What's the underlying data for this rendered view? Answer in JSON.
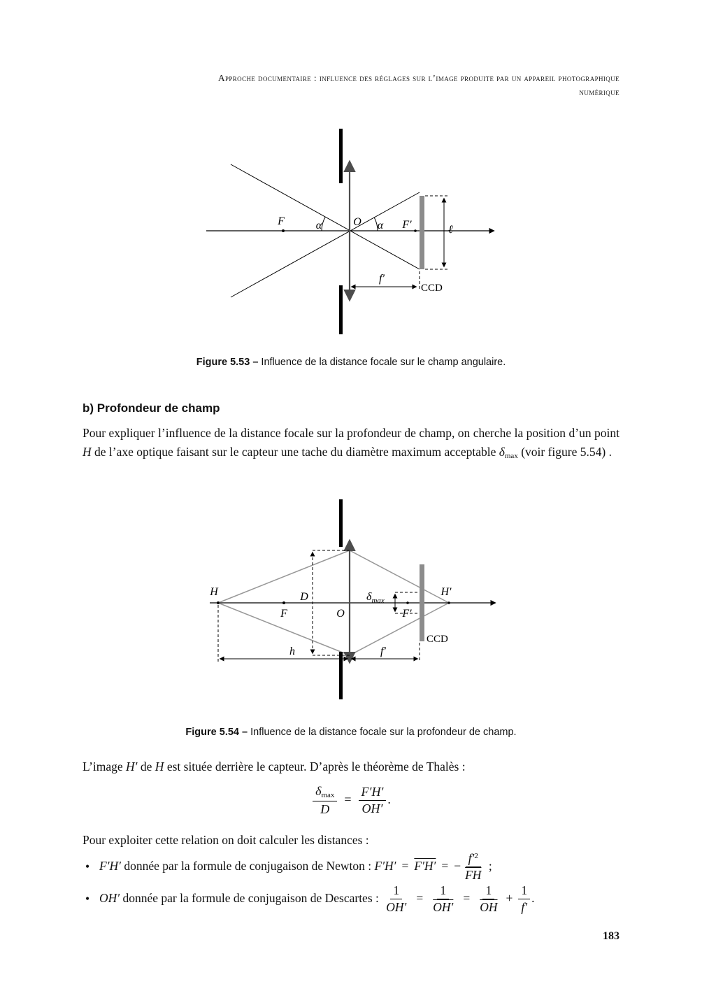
{
  "header": {
    "line1": "Approche documentaire : influence des réglages sur l’image produite par un appareil photographique",
    "line2": "numérique"
  },
  "colors": {
    "ccd": "#8c8c8c",
    "ray": "#989898",
    "lens": "#4d4d4d"
  },
  "fig53": {
    "labels": {
      "F": "F",
      "O": "O",
      "alpha_left": "α",
      "alpha_right": "α",
      "F_prime": "F′",
      "ell": "ℓ",
      "f_prime": "f′",
      "ccd": "CCD"
    },
    "caption_label": "Figure 5.53 –",
    "caption_text": "Influence de la distance focale sur le champ angulaire."
  },
  "section": {
    "heading": "b) Profondeur de champ"
  },
  "para1": {
    "t1": "Pour expliquer l’influence de la distance focale sur la profondeur de champ, on cherche la position d’un point ",
    "H": "H",
    "t2": " de l’axe optique faisant sur le capteur une tache du diamètre maximum acceptable ",
    "delta": "δ",
    "max": "max",
    "t3": " (voir figure 5.54) ."
  },
  "fig54": {
    "labels": {
      "H": "H",
      "D": "D",
      "F": "F",
      "O": "O",
      "delta": "δ",
      "max": "max",
      "F_prime": "F′",
      "H_prime": "H′",
      "h": "h",
      "f_prime": "f′",
      "ccd": "CCD"
    },
    "caption_label": "Figure 5.54 –",
    "caption_text": "Influence de la distance focale sur la profondeur de champ."
  },
  "para2": {
    "t1": "L’image ",
    "Hp": "H′",
    "t2": " de ",
    "H": "H",
    "t3": " est située derrière le capteur. D’après le théorème de Thalès :"
  },
  "formula": {
    "delta": "δ",
    "max": "max",
    "D": "D",
    "eq": "=",
    "num2": "F′H′",
    "den2": "OH′",
    "period": "."
  },
  "para3": {
    "text": "Pour exploiter cette relation on doit calculer les distances :"
  },
  "bullets": {
    "marker": "•"
  },
  "bullet1": {
    "lead": "F′H′",
    "t1": " donnée par la formule de conjugaison de Newton : ",
    "e1": "F′H′",
    "eq1": "=",
    "e2": "F′H′",
    "eq2": "=",
    "minus": "−",
    "num": "f′",
    "sup": "2",
    "den": "FH",
    "end": " ;"
  },
  "bullet2": {
    "lead": "OH′",
    "t1": " donnée par la formule de conjugaison de Descartes : ",
    "n1": "1",
    "d1": "OH′",
    "eq1": "=",
    "n2": "1",
    "d2": "OH′",
    "eq2": "=",
    "n3": "1",
    "d3": "OH",
    "plus": "+",
    "n4": "1",
    "d4": "f′",
    "end": "."
  },
  "footer": {
    "page_number": "183"
  }
}
